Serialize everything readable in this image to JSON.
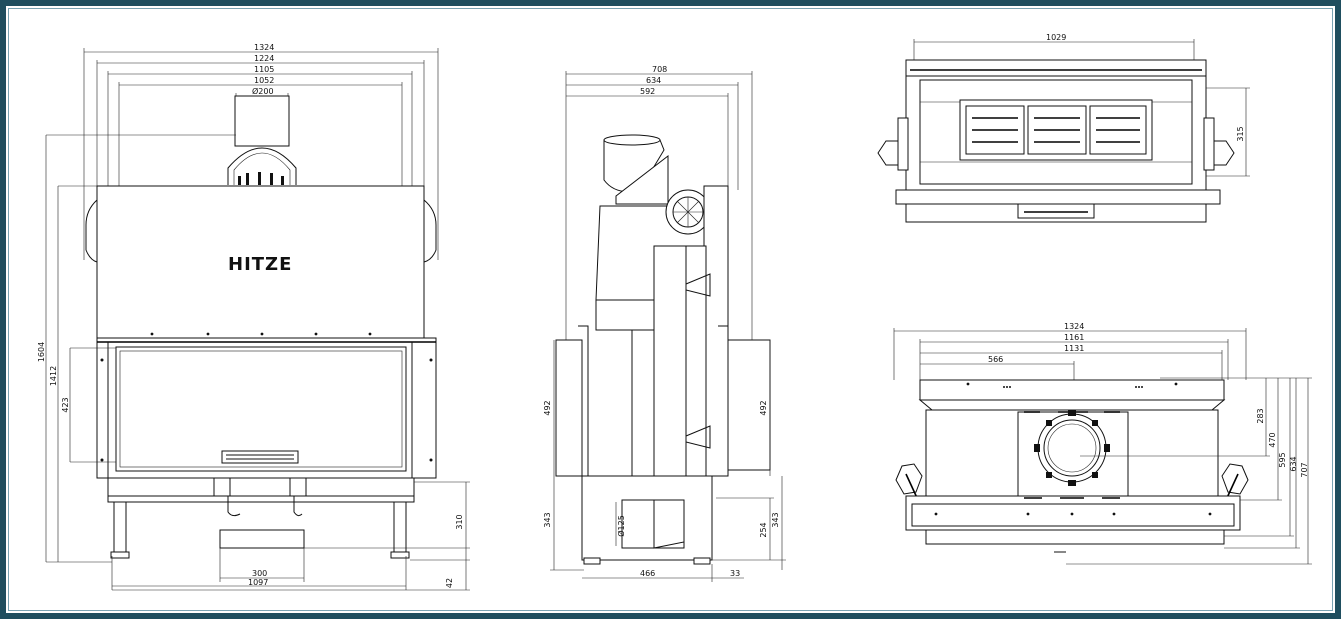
{
  "brand": {
    "logo_text": "HITZE"
  },
  "front_view": {
    "widths": [
      "1324",
      "1224",
      "1105",
      "1052"
    ],
    "flue_diameter": "Ø200",
    "heights": [
      "1604",
      "1412",
      "423"
    ],
    "bottom_right": [
      "310",
      "42"
    ],
    "bottom": [
      "300",
      "1097"
    ]
  },
  "side_view": {
    "depths": [
      "708",
      "634",
      "592"
    ],
    "left_heights": [
      "492",
      "343"
    ],
    "right_heights": [
      "492",
      "254",
      "343"
    ],
    "inlet_diameter": "Ø125",
    "bottom": [
      "466",
      "33"
    ]
  },
  "top_view": {
    "width": "1029",
    "depth": "315"
  },
  "bottom_view": {
    "widths": [
      "1324",
      "1161",
      "1131",
      "566"
    ],
    "depths": [
      "283",
      "470",
      "595",
      "634",
      "707"
    ]
  }
}
